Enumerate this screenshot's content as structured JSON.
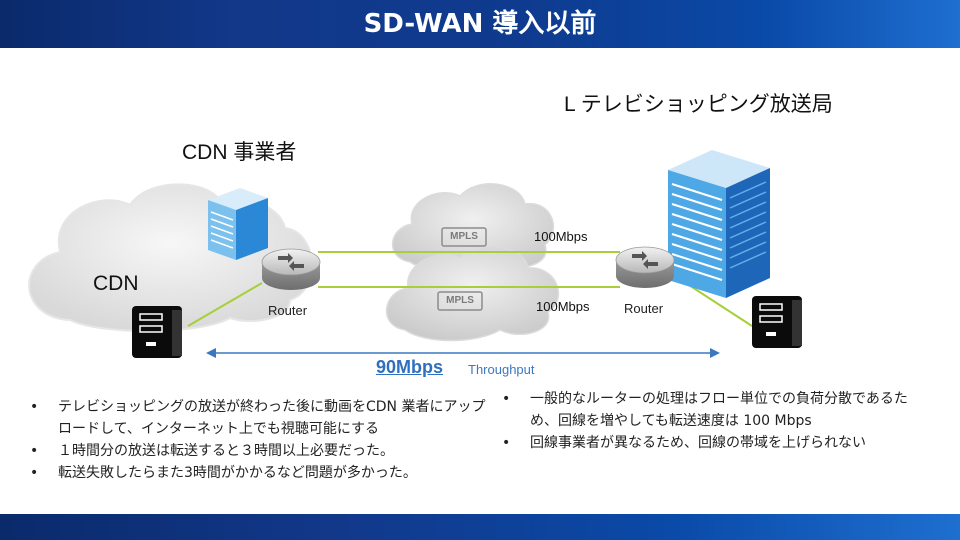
{
  "slide": {
    "title": "SD-WAN 導入以前"
  },
  "diagram": {
    "cdn_provider_label": "CDN 事業者",
    "cdn_label": "CDN",
    "station_label": "L テレビショッピング放送局",
    "router_left_label": "Router",
    "router_right_label": "Router",
    "mpls_top_label": "MPLS",
    "mpls_bottom_label": "MPLS",
    "link_top_speed": "100Mbps",
    "link_bottom_speed": "100Mbps",
    "throughput_value": "90Mbps",
    "throughput_label": "Throughput",
    "colors": {
      "link_line": "#a6cf3a",
      "throughput_arrow": "#3a78c2",
      "throughput_text": "#2f6fbf",
      "header_bg": "#0e3b8f"
    }
  },
  "notes_left": [
    "テレビショッピングの放送が終わった後に動画をCDN 業者にアップロードして、インターネット上でも視聴可能にする",
    "１時間分の放送は転送すると３時間以上必要だった。",
    "転送失敗したらまた3時間がかかるなど問題が多かった。"
  ],
  "notes_right": [
    "一般的なルーターの処理はフロー単位での負荷分散であるため、回線を増やしても転送速度は 100 Mbps",
    "回線事業者が異なるため、回線の帯域を上げられない"
  ]
}
